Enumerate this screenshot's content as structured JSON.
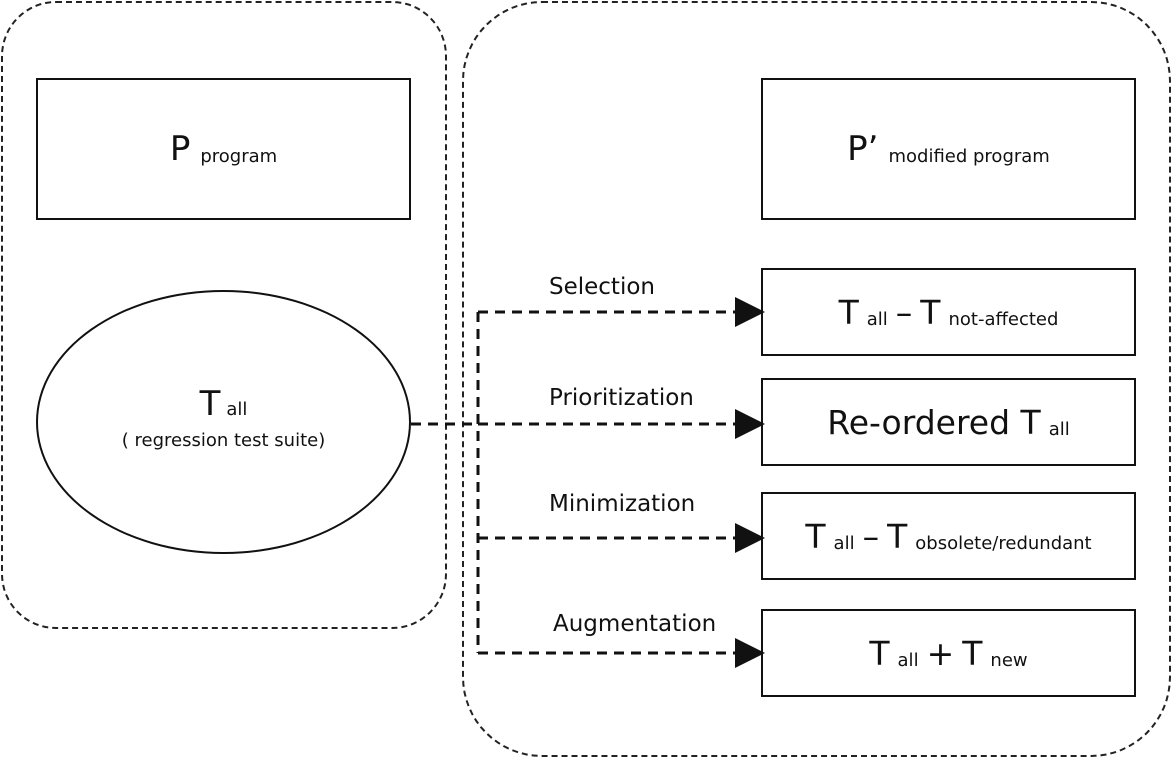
{
  "p_box": {
    "main": "P",
    "sub": "program"
  },
  "p_prime_box": {
    "main": "P’",
    "sub": "modified program"
  },
  "t_all_node": {
    "main": "T",
    "sub": "all",
    "desc": "( regression test suite)"
  },
  "operations": [
    {
      "label": "Selection",
      "result": {
        "main1": "T",
        "sub1": "all",
        "op": "–",
        "main2": "T",
        "sub2": "not-affected"
      }
    },
    {
      "label": "Prioritization",
      "result": {
        "main1": "Re-ordered T",
        "sub1": "all"
      }
    },
    {
      "label": "Minimization",
      "result": {
        "main1": "T",
        "sub1": "all",
        "op": "–",
        "main2": "T",
        "sub2": "obsolete/redundant"
      }
    },
    {
      "label": "Augmentation",
      "result": {
        "main1": "T",
        "sub1": "all",
        "op": "+",
        "main2": "T",
        "sub2": "new"
      }
    }
  ]
}
